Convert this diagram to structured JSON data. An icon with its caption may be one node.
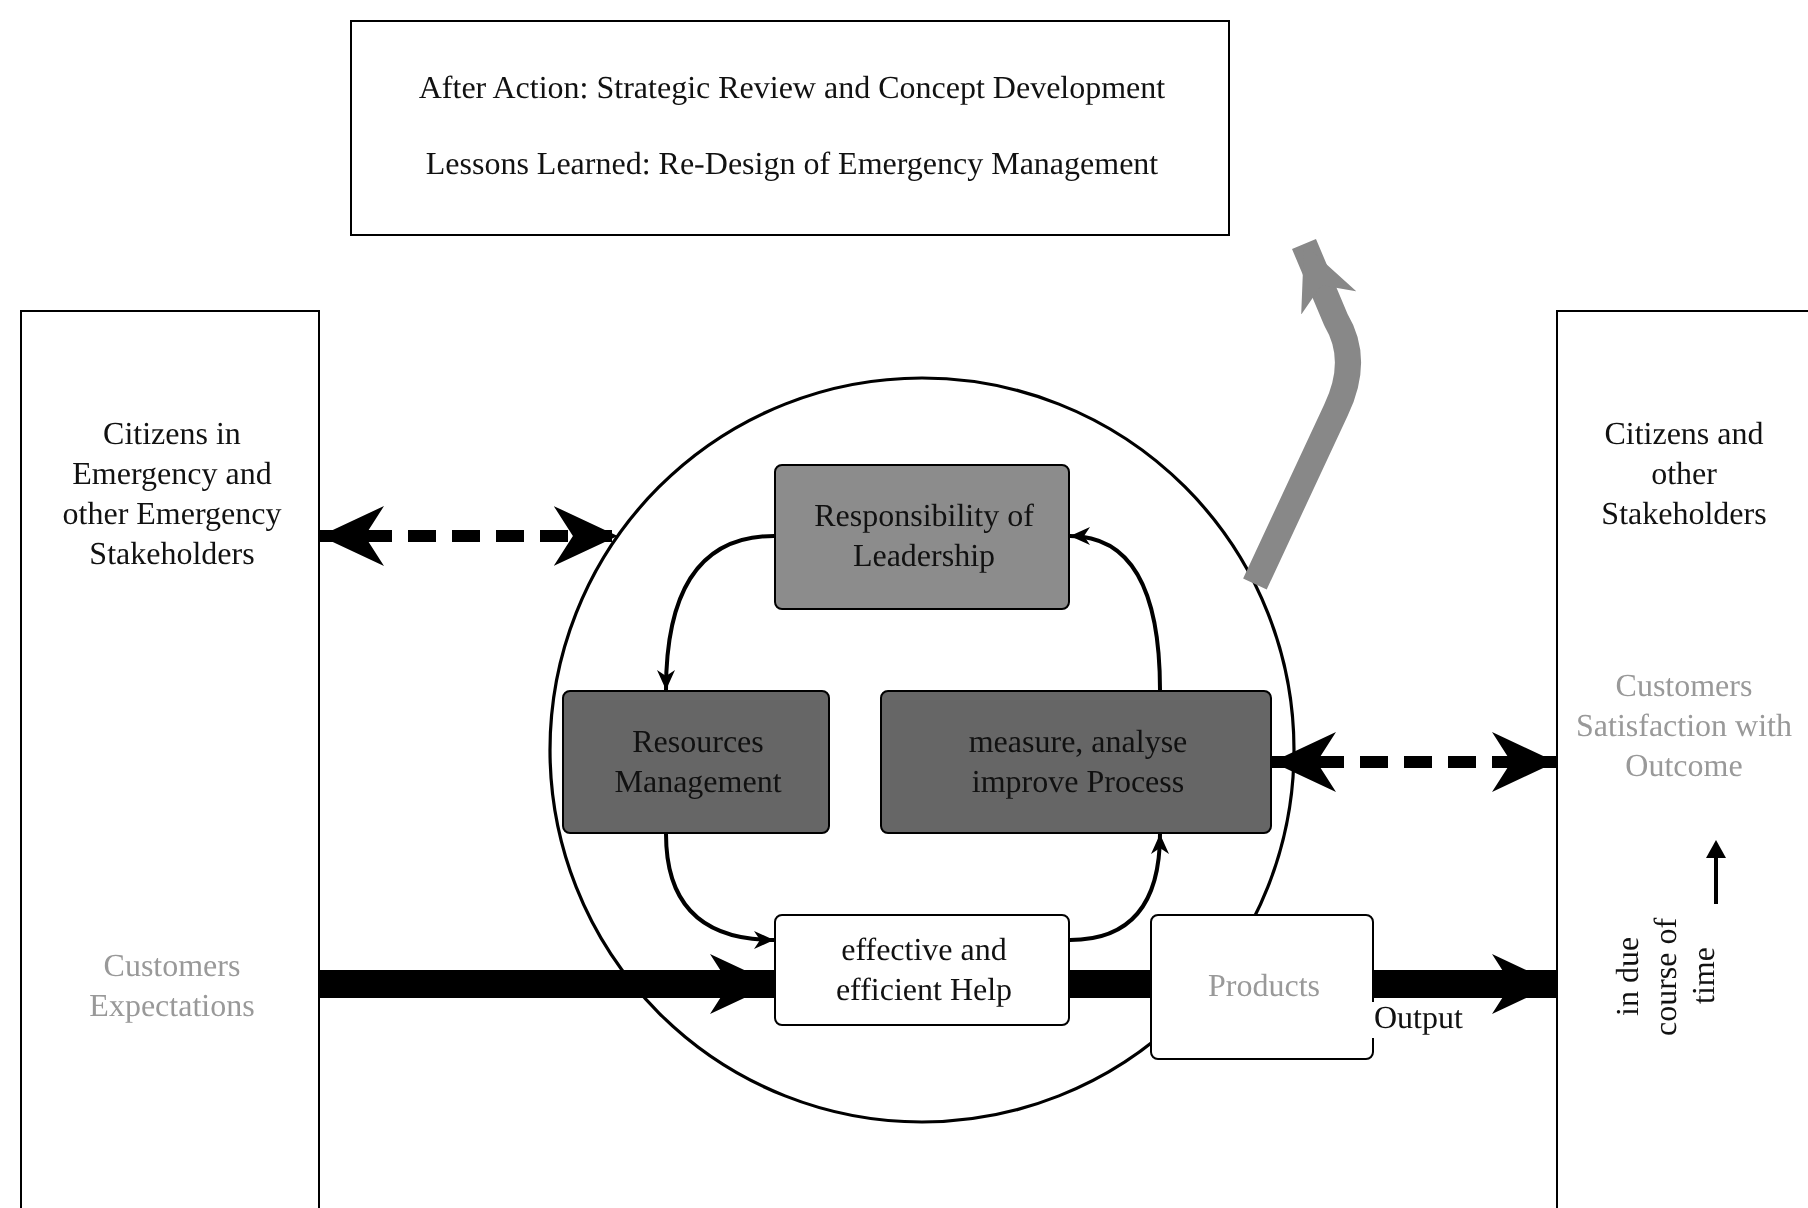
{
  "diagram": {
    "nodes": [
      {
        "text": [
          "After Action: Strategic Review and Concept Development",
          "Lessons Learned: Re-Design of Emergency Management"
        ]
      },
      {
        "text": [
          "Citizens in Emergency and other Emergency Stakeholders",
          "Customers Expectations"
        ]
      },
      {
        "text": [],
        "shape": "circle"
      },
      {
        "text": [
          "Responsibility of Leadership"
        ],
        "in": 2
      },
      {
        "text": [
          "Resources Management"
        ],
        "in": 2
      },
      {
        "text": [
          "measure, analyse improve Process"
        ],
        "in": 2
      },
      {
        "text": [
          "effective and efficient Help"
        ],
        "in": 2
      },
      {
        "text": [
          "Products"
        ]
      },
      {
        "text": [
          "Citizens and other Stakeholders",
          "Customers Satisfaction with Outcome",
          "in due course of time"
        ]
      }
    ],
    "edges": [
      {
        "from": 1,
        "to": 2,
        "arrow": "both",
        "style": "dashed"
      },
      {
        "from": 5,
        "to": 8,
        "arrow": "both",
        "style": "dashed"
      },
      {
        "from": 1,
        "to": 6,
        "arrow": "to",
        "style": "thick"
      },
      {
        "from": 6,
        "to": 7,
        "arrow": "none",
        "style": "thick"
      },
      {
        "from": 7,
        "to": 8,
        "arrow": "to",
        "style": "thick",
        "label": "Output"
      },
      {
        "from": 2,
        "to": 0,
        "arrow": "to",
        "style": "thick",
        "color": "#888888"
      },
      {
        "from": 3,
        "to": 4,
        "arrow": "to"
      },
      {
        "from": 4,
        "to": 6,
        "arrow": "to"
      },
      {
        "from": 6,
        "to": 5,
        "arrow": "to"
      },
      {
        "from": 5,
        "to": 3,
        "arrow": "to"
      }
    ]
  }
}
